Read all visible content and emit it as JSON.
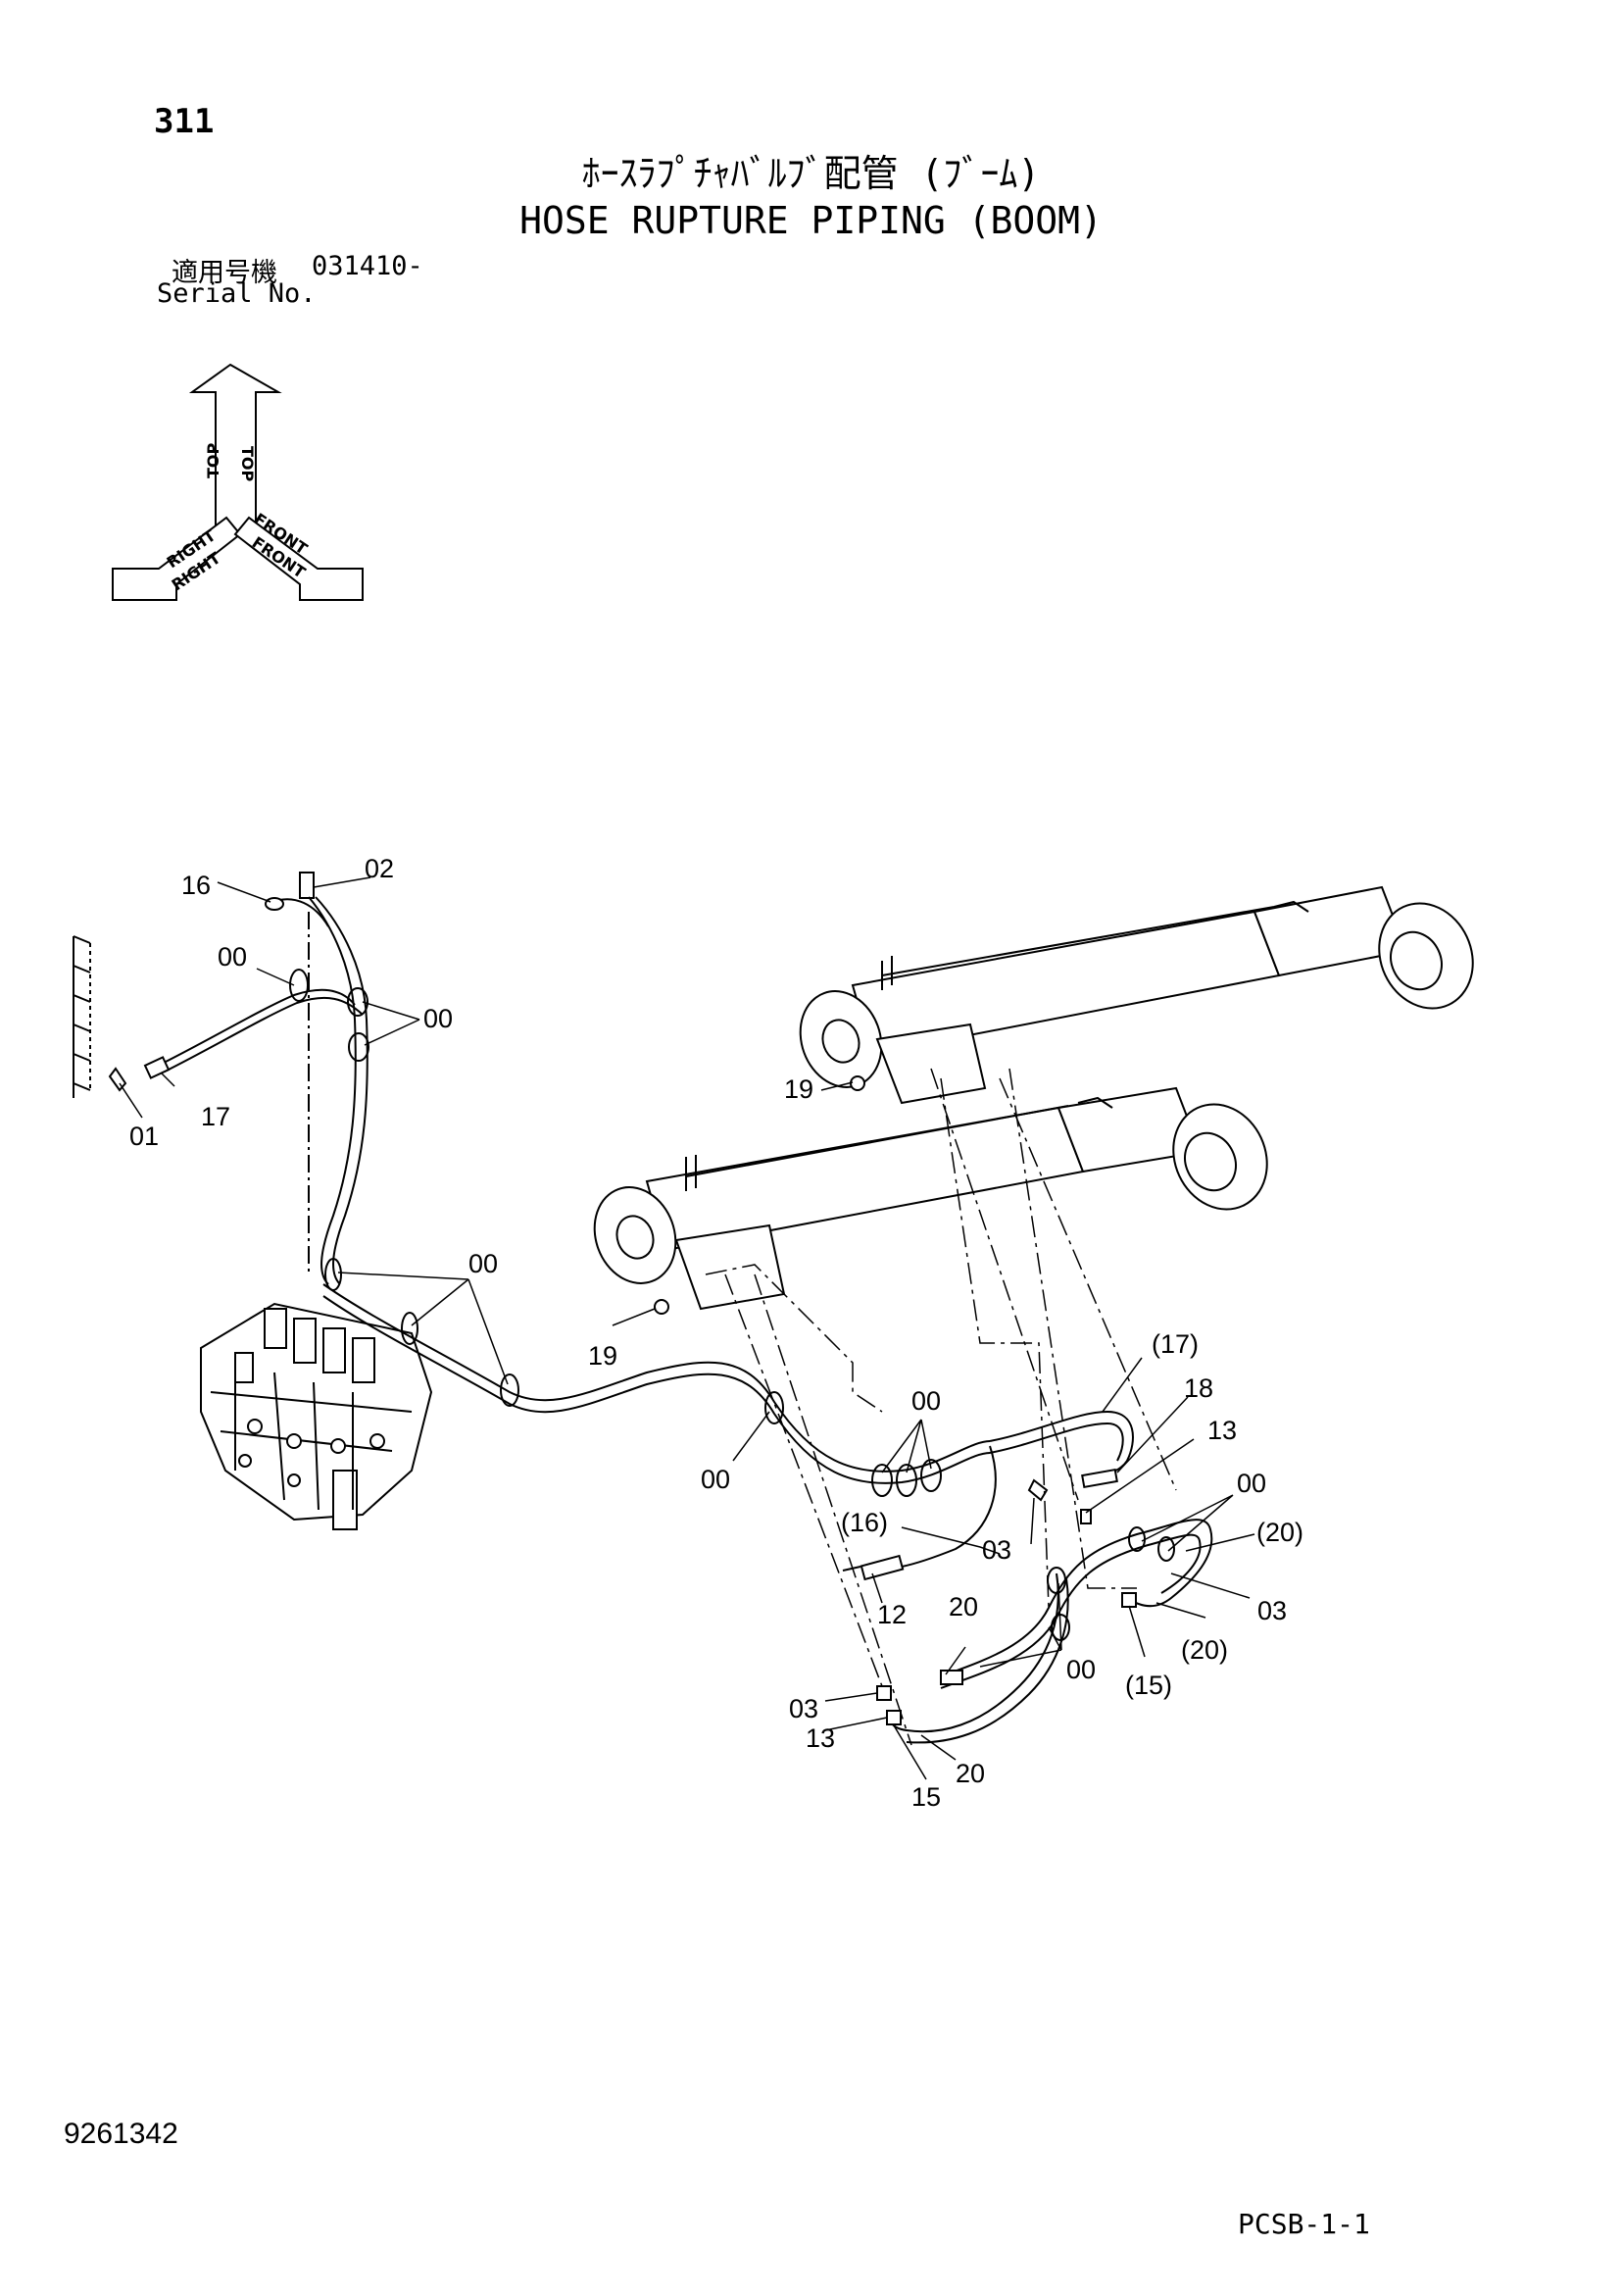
{
  "header": {
    "page_number": "311",
    "title_jp": "ﾎｰｽﾗﾌﾟﾁｬﾊﾞﾙﾌﾞ配管 (ﾌﾞｰﾑ)",
    "title_en": "HOSE RUPTURE PIPING (BOOM)",
    "serial_label_jp": "適用号機",
    "serial_value": "031410-",
    "serial_label_en": "Serial No."
  },
  "orientation": {
    "top": "TOP",
    "right": "RIGHT",
    "front": "FRONT"
  },
  "callouts": {
    "c16_top": "16",
    "c02": "02",
    "c00_a": "00",
    "c00_b": "00",
    "c17": "17",
    "c01": "01",
    "c19_upper": "19",
    "c00_c": "00",
    "c19_lower": "19",
    "c17p": "(17)",
    "c18": "18",
    "c00_d": "00",
    "c13_upper": "13",
    "c00_e": "00",
    "c00_f": "00",
    "c16p": "(16)",
    "c03_a": "03",
    "c20p_a": "(20)",
    "c12": "12",
    "c20_a": "20",
    "c03_b": "03",
    "c20p_b": "(20)",
    "c00_g": "00",
    "c15p": "(15)",
    "c03_c": "03",
    "c13_lower": "13",
    "c20_b": "20",
    "c15": "15"
  },
  "footer": {
    "drawing_number": "9261342",
    "sheet_code": "PCSB-1-1"
  }
}
